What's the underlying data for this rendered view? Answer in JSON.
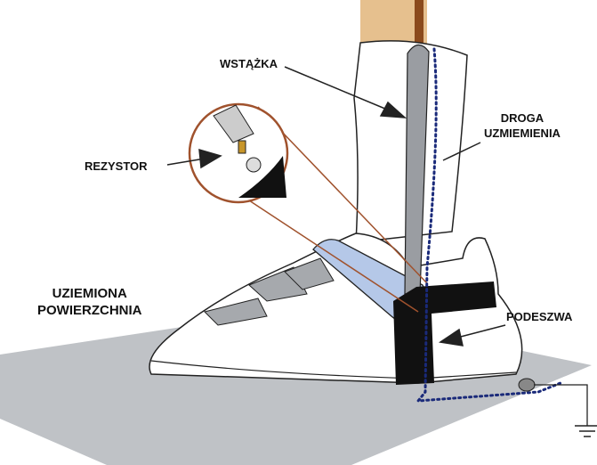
{
  "labels": {
    "ribbon": "WSTĄŻKA",
    "path_line1": "DROGA",
    "path_line2": "UZMIEMIENIA",
    "resistor": "REZYSTOR",
    "surface_line1": "UZIEMIONA",
    "surface_line2": "POWIERZCHNIA",
    "sole": "PODESZWA"
  },
  "colors": {
    "floor": "#bfc2c6",
    "skin": "#e6c08e",
    "strap_blue": "#b5c8e8",
    "ribbon_gray": "#9a9da2",
    "path_dots": "#1a2a7a",
    "magnifier": "#a0522d"
  }
}
